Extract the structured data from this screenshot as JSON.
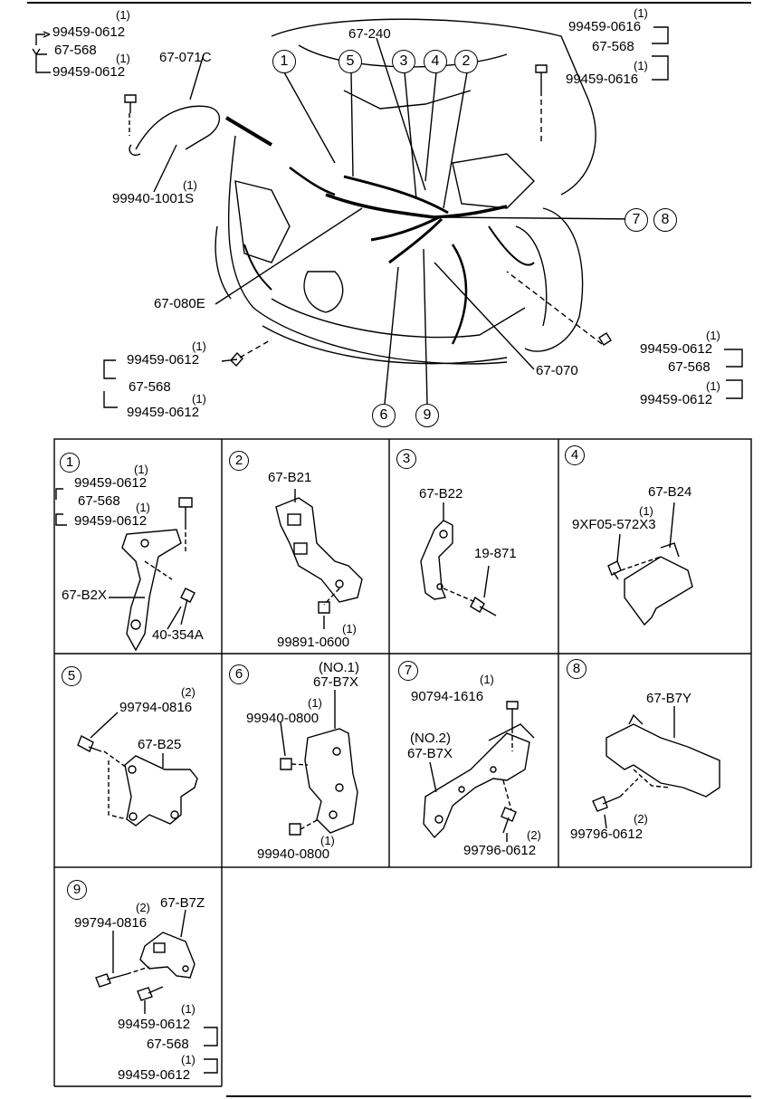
{
  "main": {
    "callouts": [
      "1",
      "5",
      "3",
      "4",
      "2",
      "7",
      "8",
      "6",
      "9"
    ],
    "labels": {
      "top_left_a": "99459-0612",
      "top_left_a_qty": "(1)",
      "top_left_b": "67-568",
      "top_left_c": "99459-0612",
      "top_left_c_qty": "(1)",
      "cable": "67-071C",
      "nut": "99940-1001S",
      "nut_qty": "(1)",
      "harness_240": "67-240",
      "top_right_a": "99459-0616",
      "top_right_a_qty": "(1)",
      "top_right_b": "67-568",
      "top_right_c": "99459-0616",
      "top_right_c_qty": "(1)",
      "harness_080e": "67-080E",
      "bl_a": "99459-0612",
      "bl_a_qty": "(1)",
      "bl_b": "67-568",
      "bl_c": "99459-0612",
      "bl_c_qty": "(1)",
      "harness_070": "67-070",
      "br_a": "99459-0612",
      "br_a_qty": "(1)",
      "br_b": "67-568",
      "br_c": "99459-0612",
      "br_c_qty": "(1)"
    }
  },
  "details": [
    {
      "id": "1",
      "labels": {
        "a": "99459-0612",
        "a_qty": "(1)",
        "b": "67-568",
        "c": "99459-0612",
        "c_qty": "(1)",
        "bracket": "67-B2X",
        "bolt": "40-354A"
      }
    },
    {
      "id": "2",
      "labels": {
        "bracket": "67-B21",
        "nut": "99891-0600",
        "nut_qty": "(1)"
      }
    },
    {
      "id": "3",
      "labels": {
        "bracket": "67-B22",
        "bolt": "19-871"
      }
    },
    {
      "id": "4",
      "labels": {
        "bracket": "67-B24",
        "bolt": "9XF05-572X3",
        "bolt_qty": "(1)"
      }
    },
    {
      "id": "5",
      "labels": {
        "bolt": "99794-0816",
        "bolt_qty": "(2)",
        "bracket": "67-B25"
      }
    },
    {
      "id": "6",
      "labels": {
        "no": "(NO.1)",
        "bracket": "67-B7X",
        "nut1": "99940-0800",
        "nut1_qty": "(1)",
        "nut2": "99940-0800",
        "nut2_qty": "(1)"
      }
    },
    {
      "id": "7",
      "labels": {
        "bolt1": "90794-1616",
        "bolt1_qty": "(1)",
        "no": "(NO.2)",
        "bracket": "67-B7X",
        "bolt2": "99796-0612",
        "bolt2_qty": "(2)"
      }
    },
    {
      "id": "8",
      "labels": {
        "bracket": "67-B7Y",
        "bolt": "99796-0612",
        "bolt_qty": "(2)"
      }
    },
    {
      "id": "9",
      "labels": {
        "bolt": "99794-0816",
        "bolt_qty": "(2)",
        "bracket": "67-B7Z",
        "a": "99459-0612",
        "a_qty": "(1)",
        "b": "67-568",
        "c": "99459-0612",
        "c_qty": "(1)"
      }
    }
  ]
}
